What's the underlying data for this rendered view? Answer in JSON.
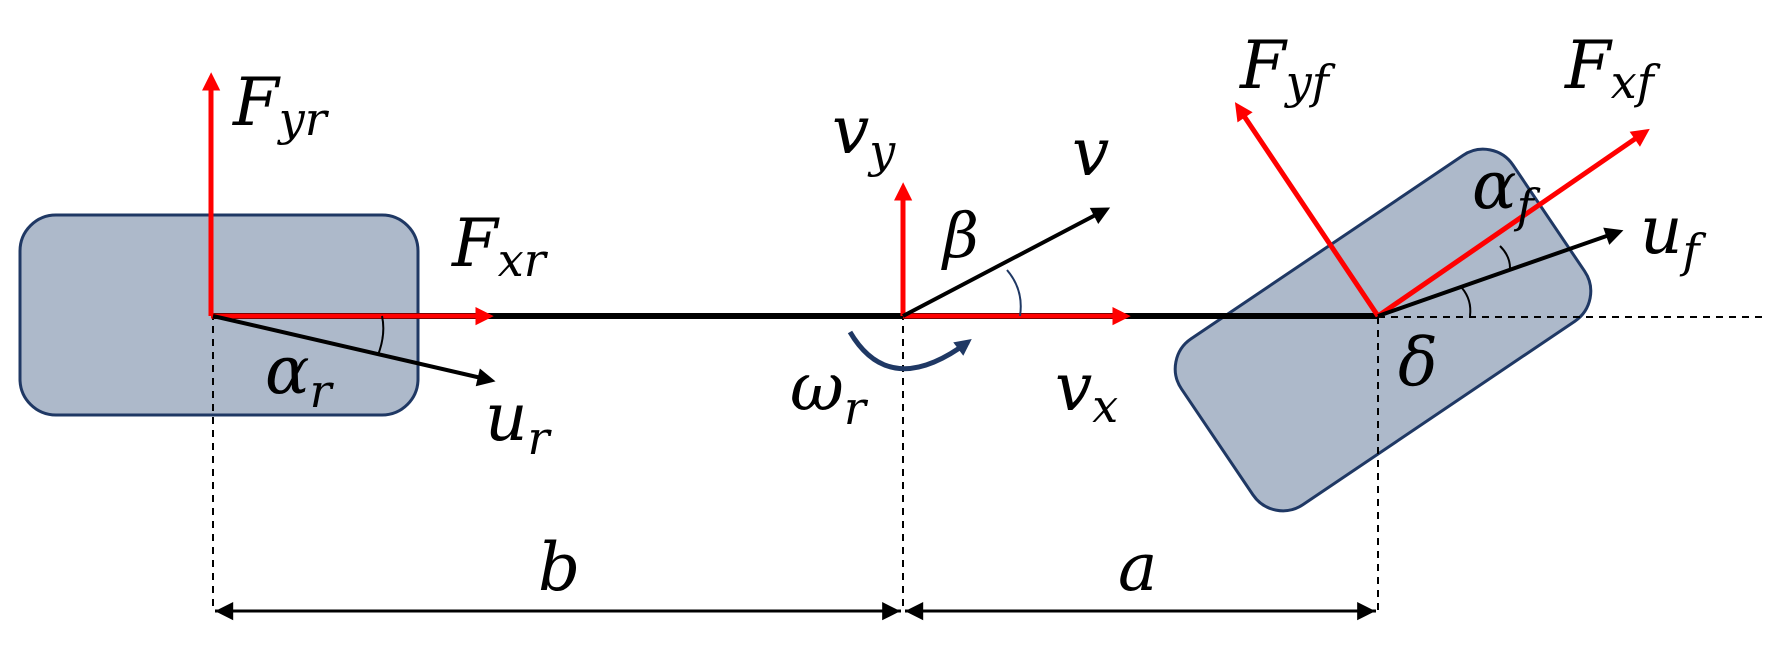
{
  "labels": {
    "F_yr": {
      "base": "F",
      "sub": "yr"
    },
    "F_xr": {
      "base": "F",
      "sub": "xr"
    },
    "alpha_r": {
      "base": "α",
      "sub": "r"
    },
    "u_r": {
      "base": "u",
      "sub": "r"
    },
    "v_y": {
      "base": "v",
      "sub": "y"
    },
    "v": "v",
    "beta": "β",
    "omega_r": {
      "base": "ω",
      "sub": "r"
    },
    "v_x": {
      "base": "v",
      "sub": "x"
    },
    "F_yf": {
      "base": "F",
      "sub": "yf"
    },
    "F_xf": {
      "base": "F",
      "sub": "xf"
    },
    "alpha_f": {
      "base": "α",
      "sub": "f"
    },
    "u_f": {
      "base": "u",
      "sub": "f"
    },
    "delta": "δ",
    "b": "b",
    "a": "a"
  },
  "colors": {
    "wheel_fill": "#adb9ca",
    "wheel_stroke": "#1f3864",
    "force_arrow": "#ff0000",
    "velocity_arrow": "#000000",
    "yaw_arrow": "#1f3864",
    "body_line": "#000000"
  },
  "front_wheel_rotation_deg": -34
}
